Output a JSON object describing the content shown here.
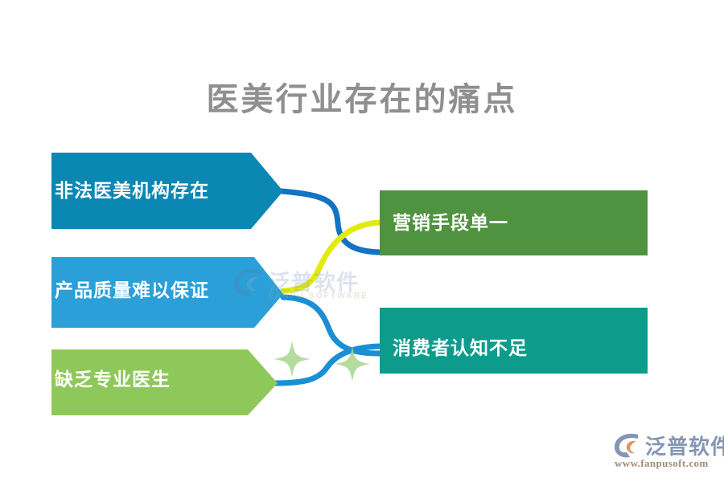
{
  "title": "医美行业存在的痛点",
  "title_color": "#8f8f8f",
  "background_color": "#ffffff",
  "left_items": [
    {
      "label": "非法医美机构存在",
      "color": "#0b87b4",
      "shape": "right-arrow",
      "text_color": "#ffffff"
    },
    {
      "label": "产品质量难以保证",
      "color": "#2a9fd8",
      "shape": "right-arrow",
      "text_color": "#ffffff"
    },
    {
      "label": "缺乏专业医生",
      "color": "#8fc85a",
      "shape": "right-arrow",
      "text_color": "#ffffff"
    }
  ],
  "right_items": [
    {
      "label": "营销手段单一",
      "color": "#4f9340",
      "shape": "rectangle",
      "text_color": "#ffffff"
    },
    {
      "label": "消费者认知不足",
      "color": "#0d9c8c",
      "shape": "rectangle",
      "text_color": "#ffffff"
    }
  ],
  "connectors": [
    {
      "name": "illegal-clinics-to-marketing",
      "color": "#1d6b47"
    },
    {
      "name": "product-quality-to-marketing",
      "color": "#1273c4"
    },
    {
      "name": "product-quality-to-awareness",
      "color": "#e3eb0a"
    },
    {
      "name": "lack-doctors-to-awareness",
      "color": "#1b8fd4"
    }
  ],
  "decorations": {
    "sparkle_color": "#a7d68d",
    "sparkle_count": 2
  },
  "watermark": {
    "text": "泛普软件",
    "subtext": "FANPU SOFTWARE"
  },
  "brand": {
    "name": "泛普软件",
    "url": "www.fanpusoft.com"
  }
}
